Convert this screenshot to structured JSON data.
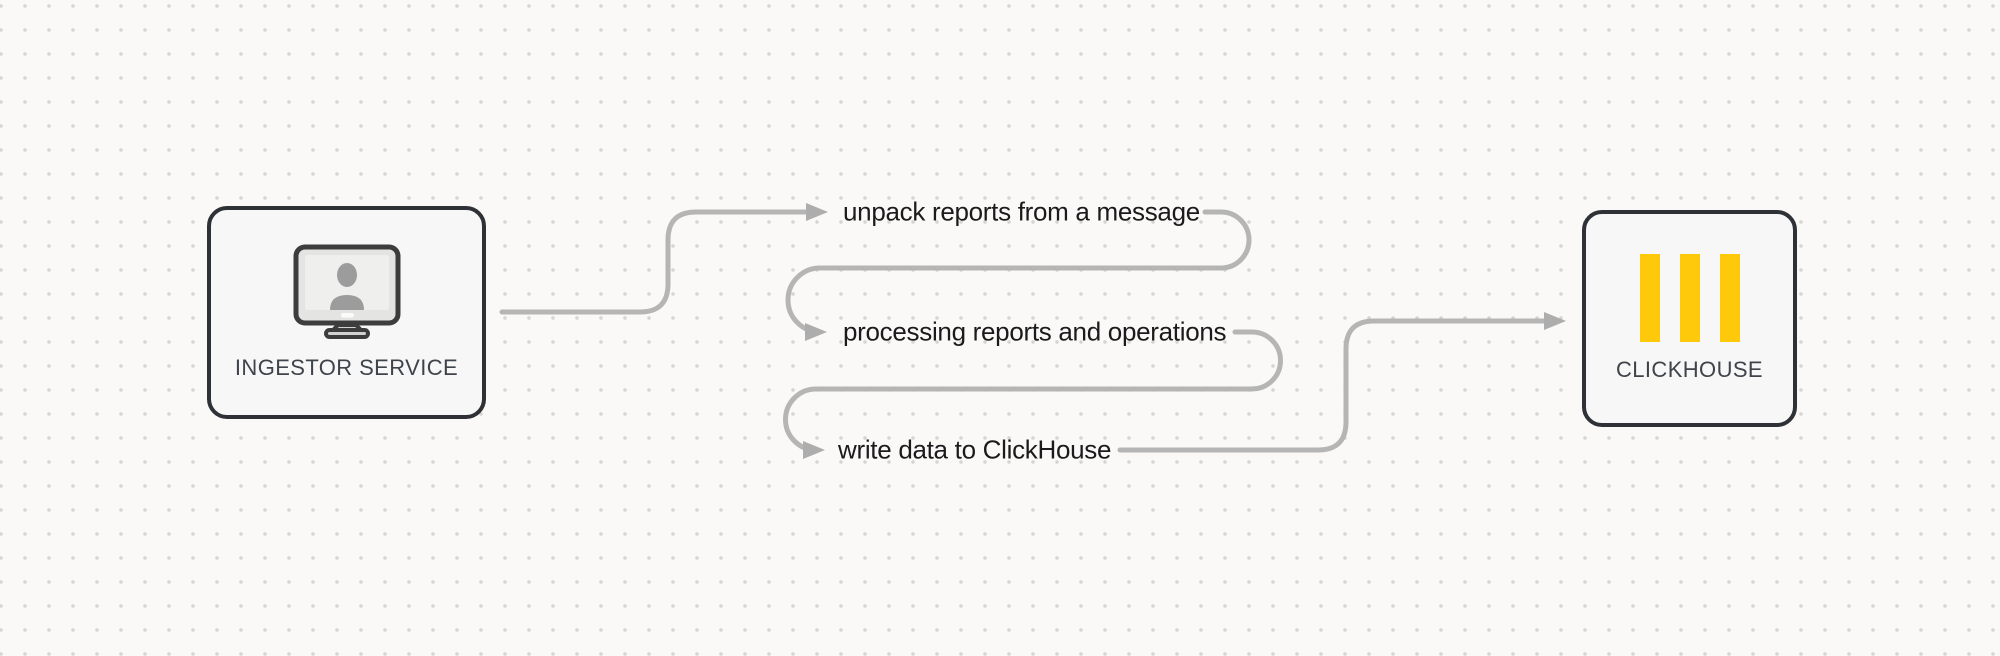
{
  "colors": {
    "canvas_background": "#faf9f7",
    "grid_dot": "#d6d4d1",
    "connector_gray": "#b5b5b5",
    "arrowhead_gray": "#adadad",
    "node_border": "#2e3136",
    "node_fill": "#f6f7f6",
    "clickhouse_yellow": "#fec90a",
    "step_text": "#1b1b1d",
    "node_label_text": "#3f444b"
  },
  "nodes": {
    "ingestor": {
      "label": "INGESTOR SERVICE",
      "icon": "monitor-user-icon"
    },
    "clickhouse": {
      "label": "CLICKHOUSE",
      "icon": "clickhouse-bars-icon"
    }
  },
  "steps": [
    {
      "label": "unpack reports from a message"
    },
    {
      "label": "processing reports and operations"
    },
    {
      "label": "write data to ClickHouse"
    }
  ]
}
